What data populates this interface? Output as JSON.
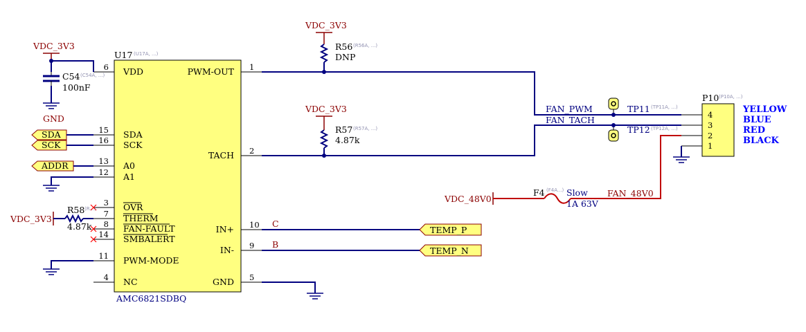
{
  "u17": {
    "ref": "U17",
    "sub": "(U17A, ...)",
    "part": "AMC6821SDBQ",
    "left_pins": [
      {
        "num": "6",
        "name": "VDD"
      },
      {
        "num": "15",
        "name": "SDA"
      },
      {
        "num": "16",
        "name": "SCK"
      },
      {
        "num": "13",
        "name": "A0"
      },
      {
        "num": "12",
        "name": "A1"
      },
      {
        "num": "3",
        "name": "OVR"
      },
      {
        "num": "7",
        "name": "THERM"
      },
      {
        "num": "8",
        "name": "FAN-FAULT"
      },
      {
        "num": "14",
        "name": "SMBALERT"
      },
      {
        "num": "11",
        "name": "PWM-MODE"
      },
      {
        "num": "4",
        "name": "NC"
      }
    ],
    "right_pins": [
      {
        "num": "1",
        "name": "PWM-OUT"
      },
      {
        "num": "2",
        "name": "TACH"
      },
      {
        "num": "10",
        "name": "IN+"
      },
      {
        "num": "9",
        "name": "IN-"
      },
      {
        "num": "5",
        "name": "GND"
      }
    ]
  },
  "c54": {
    "ref": "C54",
    "sub": "(C54A, ...)",
    "value": "100nF"
  },
  "r56": {
    "ref": "R56",
    "sub": "(R56A, ...)",
    "value": "DNP"
  },
  "r57": {
    "ref": "R57",
    "sub": "(R57A, ...)",
    "value": "4.87k"
  },
  "r58": {
    "ref": "R58",
    "sub": "(R...)",
    "value": "4.87k"
  },
  "f4": {
    "ref": "F4",
    "sub": "(F4A...)",
    "type": "Slow",
    "rating": "1A 63V"
  },
  "p10": {
    "ref": "P10",
    "sub": "(P10A, ...)",
    "pins": [
      "4",
      "3",
      "2",
      "1"
    ],
    "wire_colors": [
      "YELLOW",
      "BLUE",
      "RED",
      "BLACK"
    ]
  },
  "tp11": {
    "ref": "TP11",
    "sub": "(TP11A, ...)"
  },
  "tp12": {
    "ref": "TP12",
    "sub": "(TP12A, ...)"
  },
  "power": {
    "vdc3v3": "VDC_3V3",
    "vdc48v0": "VDC_48V0",
    "gnd": "GND"
  },
  "ports": {
    "sda": "SDA",
    "sck": "SCK",
    "addr": "ADDR",
    "temp_p": "TEMP_P",
    "temp_n": "TEMP_N"
  },
  "nets": {
    "fan_pwm": "FAN_PWM",
    "fan_tach": "FAN_TACH",
    "fan_48v0": "FAN_48V0",
    "c": "C",
    "b": "B"
  },
  "colors": {
    "wire": "#000080",
    "power_wire": "#c00000",
    "component_fill": "#ffff80",
    "power_label": "#8b0000",
    "wire_color_text": "#0000ff"
  }
}
